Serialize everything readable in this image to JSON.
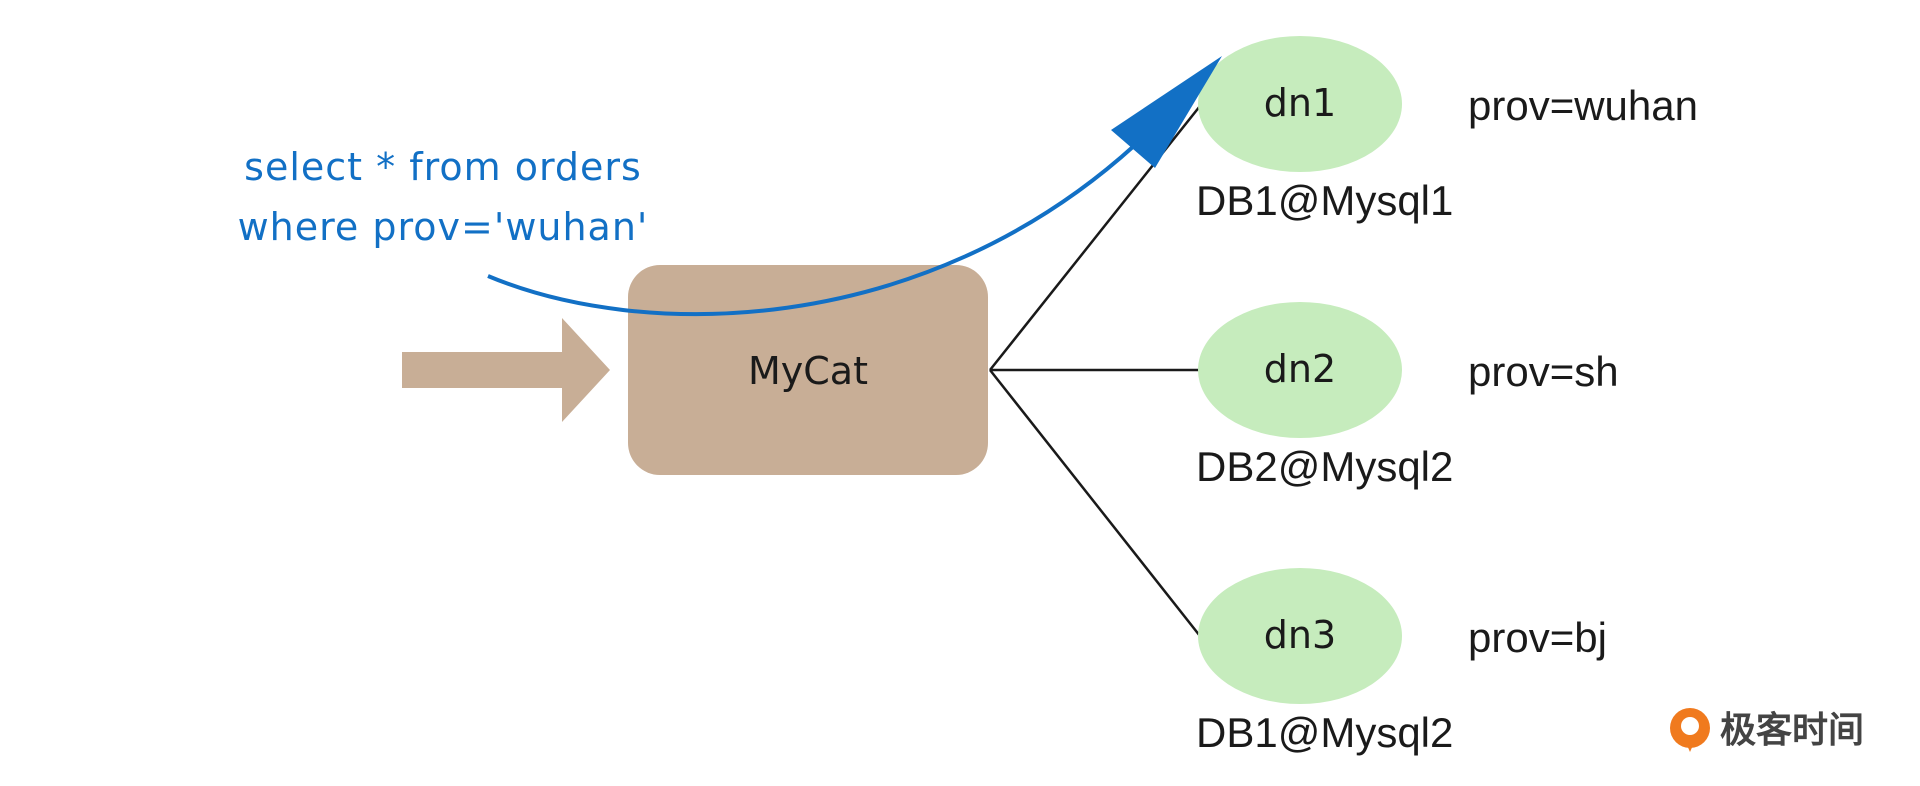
{
  "query": {
    "line1": "select * from orders",
    "line2": "where prov='wuhan'"
  },
  "mycat": {
    "label": "MyCat"
  },
  "nodes": [
    {
      "name": "dn1",
      "db": "DB1@Mysql1",
      "prov": "prov=wuhan"
    },
    {
      "name": "dn2",
      "db": "DB2@Mysql2",
      "prov": "prov=sh"
    },
    {
      "name": "dn3",
      "db": "DB1@Mysql2",
      "prov": "prov=bj"
    }
  ],
  "brand": {
    "text": "极客时间"
  },
  "colors": {
    "mycat_fill": "#c8ae96",
    "input_arrow": "#c8ae96",
    "node_fill": "#c6ecbd",
    "query_blue": "#1270c5",
    "line": "#1a1a1a",
    "brand_orange": "#f07a1e",
    "brand_text": "#444444"
  }
}
